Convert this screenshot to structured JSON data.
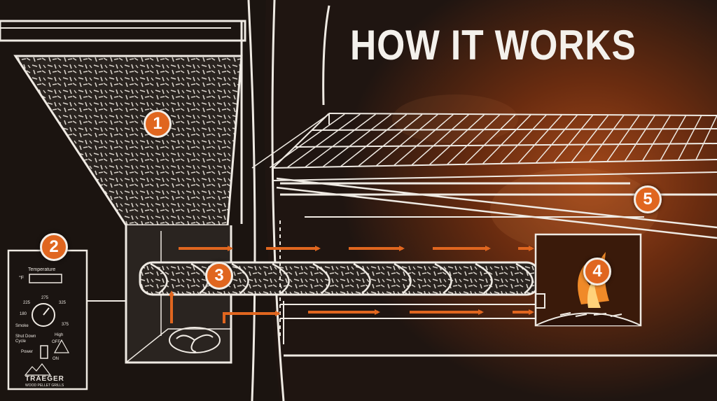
{
  "title": "HOW IT WORKS",
  "steps": [
    "1",
    "2",
    "3",
    "4",
    "5"
  ],
  "controller": {
    "temperature_label": "Temperature",
    "unit": "°F",
    "dial_ticks": [
      "180",
      "225",
      "275",
      "325",
      "375"
    ],
    "dial_left": "225",
    "smoke": "Smoke",
    "high": "High",
    "shutdown": "Shut Down\nCycle",
    "off": "OFF",
    "on": "ON",
    "power": "Power",
    "brand": "TRAEGER",
    "brand_sub": "WOOD PELLET GRILLS"
  },
  "colors": {
    "accent": "#e0661f",
    "arrow": "#e0661f",
    "chalk": "#efeae3",
    "background": "#1b1410",
    "glow": "#8a3b12"
  }
}
